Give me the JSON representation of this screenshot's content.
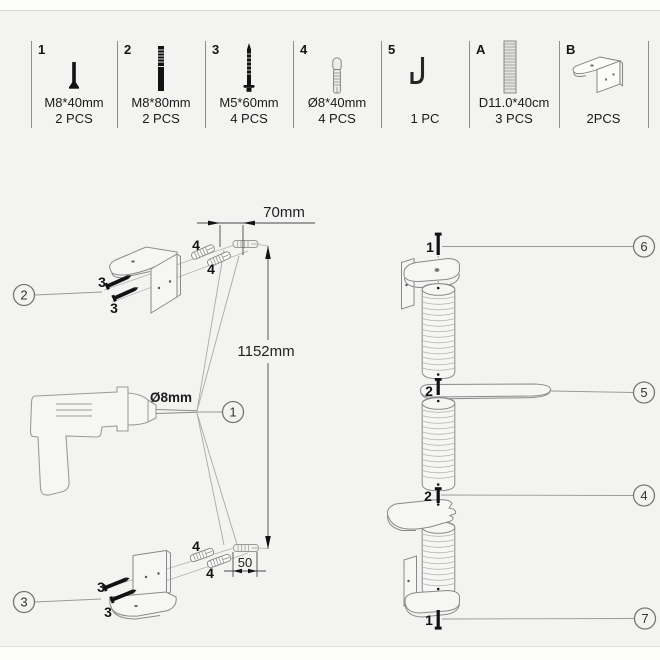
{
  "colors": {
    "background": "#f3f3f1",
    "line_art": "#8a8a8a",
    "ink": "#141414"
  },
  "parts_table": {
    "items": [
      {
        "id": "1",
        "spec": "M8*40mm",
        "count": "2 PCS",
        "icon": "countersunk-bolt"
      },
      {
        "id": "2",
        "spec": "M8*80mm",
        "count": "2 PCS",
        "icon": "long-bolt"
      },
      {
        "id": "3",
        "spec": "M5*60mm",
        "count": "4 PCS",
        "icon": "wood-screw"
      },
      {
        "id": "4",
        "spec": "Ø8*40mm",
        "count": "4 PCS",
        "icon": "wall-plug"
      },
      {
        "id": "5",
        "spec": "",
        "count": "1 PC",
        "icon": "allen-key"
      },
      {
        "id": "A",
        "spec": "D11.0*40cm",
        "count": "3 PCS",
        "icon": "sisal-post"
      },
      {
        "id": "B",
        "spec": "",
        "count": "2PCS",
        "icon": "wall-bracket"
      }
    ]
  },
  "left_diagram": {
    "callouts": {
      "drill": "1",
      "top_bracket": "2",
      "bottom_bracket": "3"
    },
    "labels": {
      "top_screws": [
        "3",
        "3"
      ],
      "top_anchors": [
        "4",
        "4"
      ],
      "bottom_screws": [
        "3",
        "3"
      ],
      "bottom_anchors": [
        "4",
        "4"
      ]
    },
    "dims": {
      "hole_spacing": "70mm",
      "mount_height": "1152mm",
      "drill_bit": "Ø8mm",
      "floor_offset": "50"
    }
  },
  "right_diagram": {
    "callouts": {
      "top_mount": "6",
      "shelf": "5",
      "platform": "4",
      "bottom_mount": "7"
    },
    "labels": {
      "top_screw": "1",
      "shelf_screw": "2",
      "platform_screw": "2",
      "bottom_screw": "1"
    }
  }
}
